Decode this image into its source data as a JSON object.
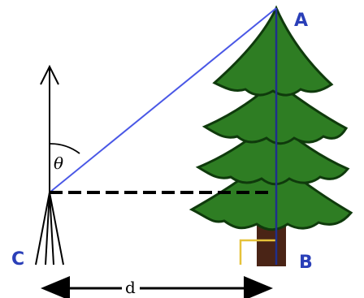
{
  "diagram": {
    "points": {
      "a": "A",
      "b": "B",
      "c": "C"
    },
    "angle_label": "θ",
    "distance_label": "d",
    "colors": {
      "sight_line": "#4a58e6",
      "height_line": "#1f2f8c",
      "tree_foliage": "#2e7d23",
      "tree_dark": "#0f3a0c",
      "trunk": "#4a2416",
      "point_labels": "#2a3fb8",
      "right_angle_marker": "#e6c23a"
    }
  }
}
